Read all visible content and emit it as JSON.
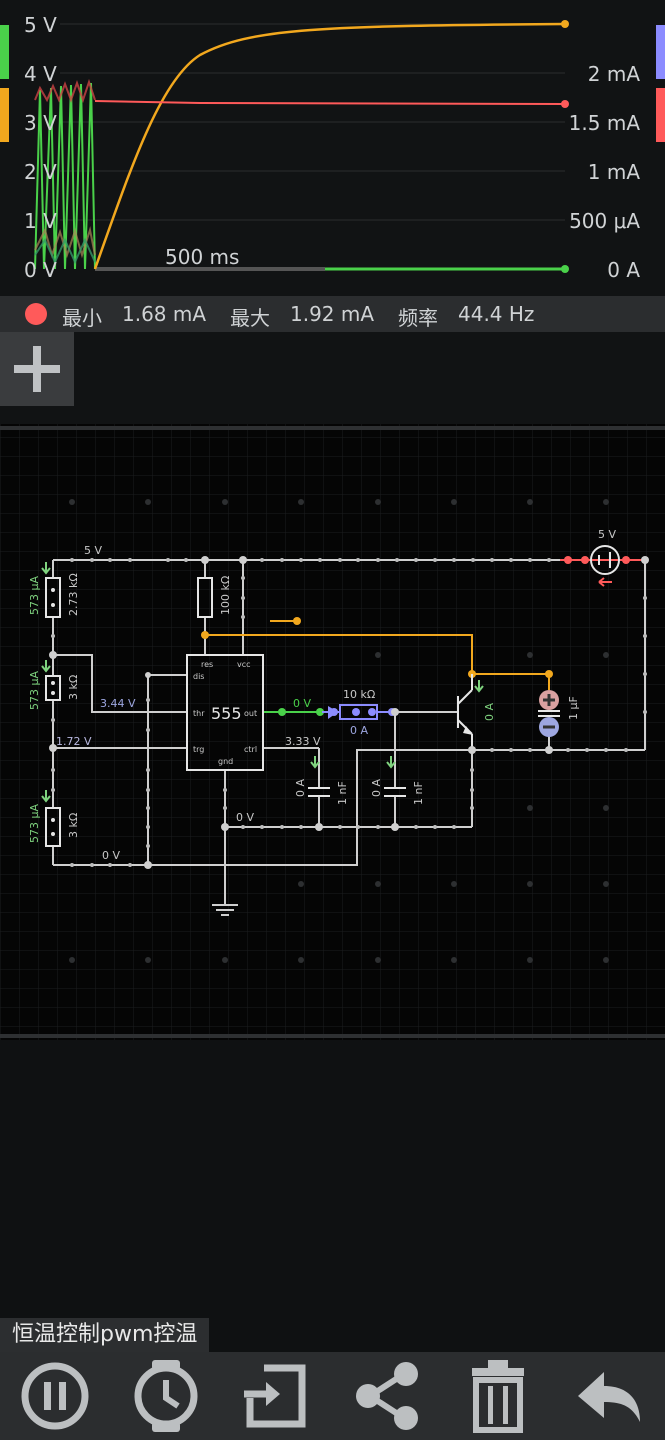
{
  "scope": {
    "left_axis": [
      "5 V",
      "4 V",
      "3 V",
      "2 V",
      "1 V",
      "0 V"
    ],
    "right_axis": [
      "2 mA",
      "1.5 mA",
      "1 mA",
      "500 μA",
      "0 A"
    ],
    "time_label": "500 ms",
    "trace_colors": {
      "green": "#4ad14a",
      "orange": "#f2a81e",
      "red": "#ff5a5a",
      "blue": "#8c8cff"
    }
  },
  "info": {
    "min_label": "最小",
    "min_value": "1.68 mA",
    "max_label": "最大",
    "max_value": "1.92 mA",
    "freq_label": "频率",
    "freq_value": "44.4 Hz"
  },
  "circuit": {
    "supply_top": "5 V",
    "r1": "2.73 kΩ",
    "r2": "3 kΩ",
    "r3": "3 kΩ",
    "r_current_1": "573 μA",
    "r_current_2": "573 μA",
    "r_current_3": "573 μA",
    "r_pullup": "100 kΩ",
    "ic_name": "555",
    "pin_res": "res",
    "pin_vcc": "vcc",
    "pin_dis": "dis",
    "pin_thr": "thr",
    "pin_out": "out",
    "pin_trg": "trg",
    "pin_ctrl": "ctrl",
    "pin_gnd": "gnd",
    "v_thr": "3.44 V",
    "v_trg": "1.72 V",
    "v_ctrl": "3.33 V",
    "v_out": "0 V",
    "v_gnd1": "0 V",
    "v_gnd2": "0 V",
    "r_base": "10 kΩ",
    "i_base": "0 A",
    "c1_current": "0 A",
    "c1_value": "1 nF",
    "c2_current": "0 A",
    "c2_value": "1 nF",
    "q_current": "0 A",
    "cap_big": "1 μF",
    "source_voltage": "5 V"
  },
  "circuit_title": "恒温控制pwm控温",
  "toolbar": [
    "pause-button",
    "clock-button",
    "export-button",
    "share-button",
    "delete-button",
    "undo-button"
  ]
}
